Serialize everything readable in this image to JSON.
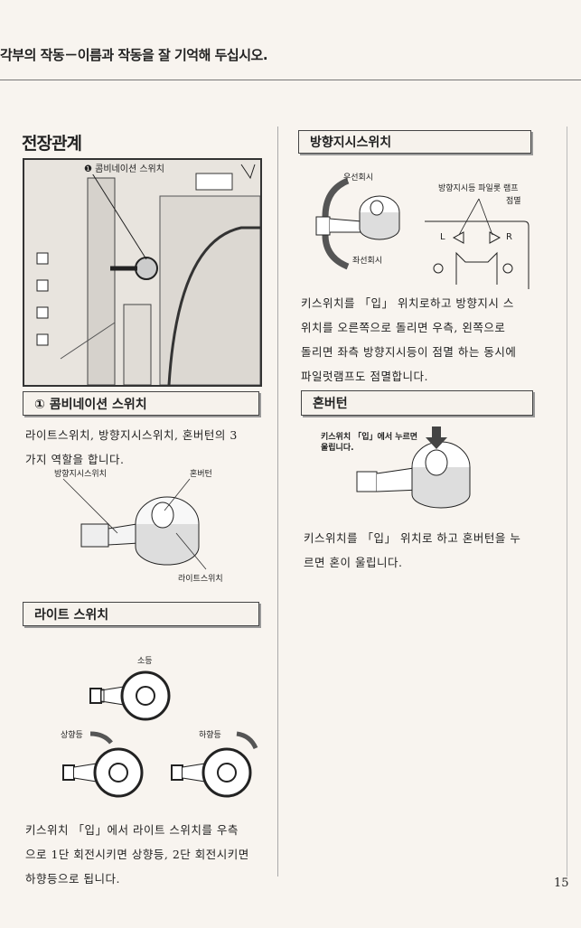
{
  "header": {
    "title": "각부의 작동－이름과 작동을 잘 기억해 두십시오."
  },
  "left": {
    "section_title": "전장관계",
    "photo": {
      "callout": "❶ 콤비네이션 스위치"
    },
    "combination": {
      "heading": "① 콤비네이션 스위치",
      "text_lines": [
        "라이트스위치, 방향지시스위치, 혼버턴의 3",
        "가지 역할을 합니다."
      ],
      "labels": {
        "turn": "방향지시스위치",
        "horn": "혼버턴",
        "light": "라이트스위치"
      }
    },
    "light_switch": {
      "heading": "라이트 스위치",
      "labels": {
        "small": "소등",
        "high": "상향등",
        "low": "하향등"
      },
      "text_lines": [
        "키스위치 「입」에서 라이트 스위치를 우측",
        "으로 1단 회전시키면 상향등, 2단 회전시키면",
        "하향등으로 됩니다."
      ]
    }
  },
  "right": {
    "turn_signal": {
      "heading": "방향지시스위치",
      "labels": {
        "cw": "우선회시",
        "ccw": "좌선회시",
        "pilot": "방향지시등 파일롯 램프",
        "blink": "점멸",
        "L": "L",
        "R": "R"
      },
      "text_lines": [
        "키스위치를 「입」 위치로하고 방향지시 스",
        "위치를 오른쪽으로 돌리면 우측, 왼쪽으로",
        "돌리면 좌측 방향지시등이 점멸 하는 동시에",
        "파일럿램프도 점멸합니다."
      ]
    },
    "horn": {
      "heading": "혼버턴",
      "labels": {
        "press": "키스위치 「입」에서 누르면",
        "sounds": "울립니다."
      },
      "text_lines": [
        "키스위치를 「입」 위치로 하고 혼버턴을 누",
        "르면 혼이 울립니다."
      ]
    }
  },
  "page_number": "15"
}
